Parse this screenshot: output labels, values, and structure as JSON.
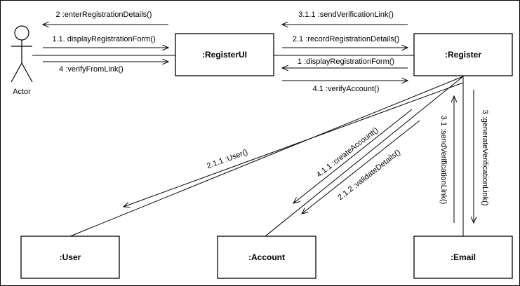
{
  "actor": {
    "label": "Actor"
  },
  "objects": {
    "register_ui": ":RegisterUI",
    "register": ":Register",
    "user": ":User",
    "account": ":Account",
    "email": ":Email"
  },
  "messages": {
    "m2": "2 :enterRegistrationDetails()",
    "m1_1": "1.1. displayRegistrationForm()",
    "m4": "4 :verifyFromLink()",
    "m3_1_1": "3.1.1 :sendVerificationLink()",
    "m2_1": "2.1 :recordRegistrationDetails()",
    "m1": "1 :displayRegistrationForm()",
    "m4_1": "4.1 :verifyAccount()",
    "m2_1_1": "2.1.1 :User()",
    "m4_1_1": "4.1.1 :createAccount()",
    "m2_1_2": "2.1.2 :validateDetails()",
    "m3_1": "3.1 :sendVerificationLink()",
    "m3": "3 :generateVerificationLink()"
  }
}
